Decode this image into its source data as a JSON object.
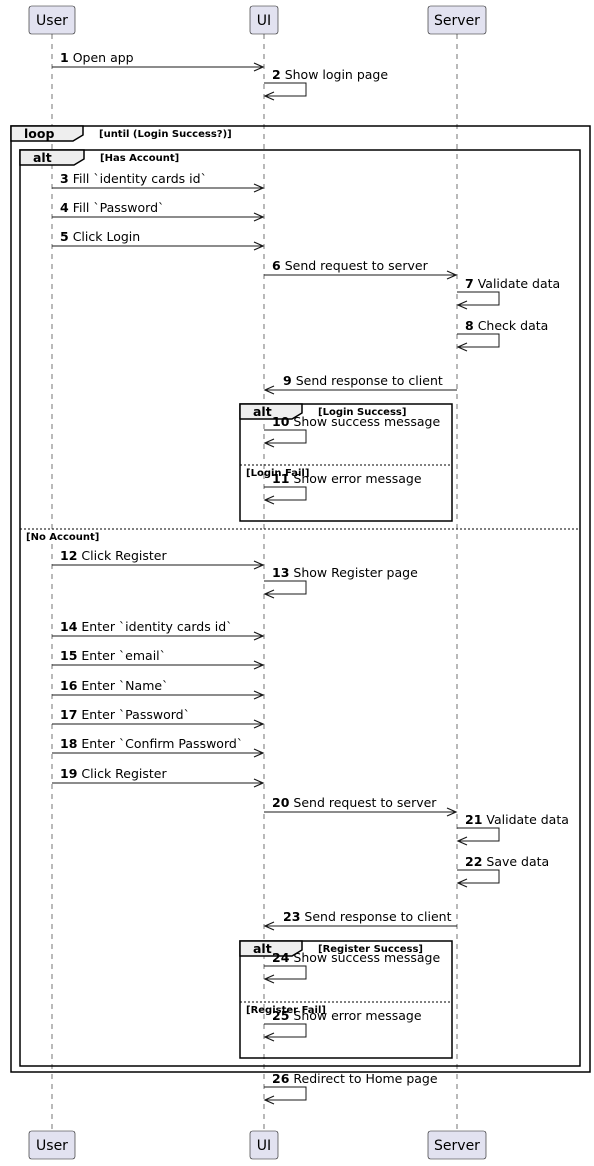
{
  "participants": [
    {
      "id": "user",
      "name": "User"
    },
    {
      "id": "ui",
      "name": "UI"
    },
    {
      "id": "server",
      "name": "Server"
    }
  ],
  "messages": [
    {
      "num": "1",
      "text": "Open app",
      "from": "user",
      "to": "ui"
    },
    {
      "num": "2",
      "text": "Show login page",
      "from": "ui",
      "to": "ui"
    },
    {
      "num": "3",
      "text": "Fill `identity cards id`",
      "from": "user",
      "to": "ui"
    },
    {
      "num": "4",
      "text": "Fill `Password`",
      "from": "user",
      "to": "ui"
    },
    {
      "num": "5",
      "text": "Click Login",
      "from": "user",
      "to": "ui"
    },
    {
      "num": "6",
      "text": "Send request to server",
      "from": "ui",
      "to": "server"
    },
    {
      "num": "7",
      "text": "Validate data",
      "from": "server",
      "to": "server"
    },
    {
      "num": "8",
      "text": "Check data",
      "from": "server",
      "to": "server"
    },
    {
      "num": "9",
      "text": "Send response to client",
      "from": "server",
      "to": "ui"
    },
    {
      "num": "10",
      "text": "Show success message",
      "from": "ui",
      "to": "ui"
    },
    {
      "num": "11",
      "text": "Show error message",
      "from": "ui",
      "to": "ui"
    },
    {
      "num": "12",
      "text": "Click Register",
      "from": "user",
      "to": "ui"
    },
    {
      "num": "13",
      "text": "Show Register page",
      "from": "ui",
      "to": "ui"
    },
    {
      "num": "14",
      "text": "Enter `identity cards id`",
      "from": "user",
      "to": "ui"
    },
    {
      "num": "15",
      "text": "Enter `email`",
      "from": "user",
      "to": "ui"
    },
    {
      "num": "16",
      "text": "Enter `Name`",
      "from": "user",
      "to": "ui"
    },
    {
      "num": "17",
      "text": "Enter `Password`",
      "from": "user",
      "to": "ui"
    },
    {
      "num": "18",
      "text": "Enter `Confirm Password`",
      "from": "user",
      "to": "ui"
    },
    {
      "num": "19",
      "text": "Click Register",
      "from": "user",
      "to": "ui"
    },
    {
      "num": "20",
      "text": "Send request to server",
      "from": "ui",
      "to": "server"
    },
    {
      "num": "21",
      "text": "Validate data",
      "from": "server",
      "to": "server"
    },
    {
      "num": "22",
      "text": "Save data",
      "from": "server",
      "to": "server"
    },
    {
      "num": "23",
      "text": "Send response to client",
      "from": "server",
      "to": "ui"
    },
    {
      "num": "24",
      "text": "Show success message",
      "from": "ui",
      "to": "ui"
    },
    {
      "num": "25",
      "text": "Show error message",
      "from": "ui",
      "to": "ui"
    },
    {
      "num": "26",
      "text": "Redirect to Home page",
      "from": "ui",
      "to": "ui"
    }
  ],
  "fragments": [
    {
      "id": "loop",
      "keyword": "loop",
      "guard": "[until (Login Success?)]",
      "else_guards": []
    },
    {
      "id": "alt_account",
      "keyword": "alt",
      "guard": "[Has Account]",
      "else_guards": [
        "[No Account]"
      ]
    },
    {
      "id": "alt_login",
      "keyword": "alt",
      "guard": "[Login Success]",
      "else_guards": [
        "[Login Fail]"
      ]
    },
    {
      "id": "alt_register",
      "keyword": "alt",
      "guard": "[Register Success]",
      "else_guards": [
        "[Register Fail]"
      ]
    }
  ],
  "colors": {
    "participant_fill": "#e2e2f0",
    "line": "#181818",
    "frame_tab_fill": "#eeeeee"
  }
}
